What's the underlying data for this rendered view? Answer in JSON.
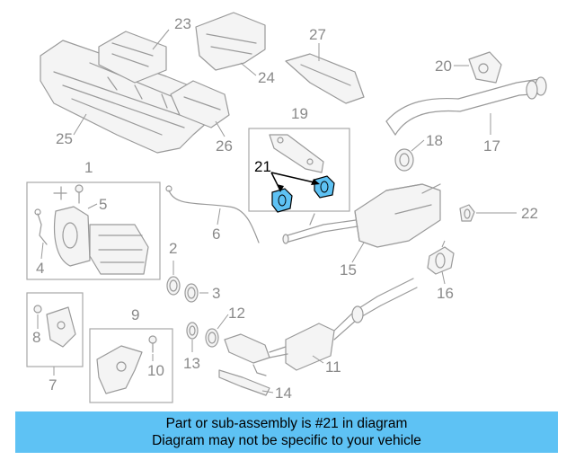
{
  "callouts": {
    "c1": "1",
    "c2": "2",
    "c3": "3",
    "c4": "4",
    "c5": "5",
    "c6": "6",
    "c7": "7",
    "c8": "8",
    "c9": "9",
    "c10": "10",
    "c11": "11",
    "c12": "12",
    "c13": "13",
    "c14": "14",
    "c15": "15",
    "c16": "16",
    "c17": "17",
    "c18": "18",
    "c19": "19",
    "c20": "20",
    "c21": "21",
    "c22": "22",
    "c23": "23",
    "c24": "24",
    "c25": "25",
    "c26": "26",
    "c27": "27"
  },
  "highlight": {
    "part_number": "21",
    "color": "#5ec2f4"
  },
  "caption": {
    "line1": "Part or sub-assembly is #21 in diagram",
    "line2": "Diagram may not be specific to your vehicle",
    "background": "#5ec2f4"
  }
}
